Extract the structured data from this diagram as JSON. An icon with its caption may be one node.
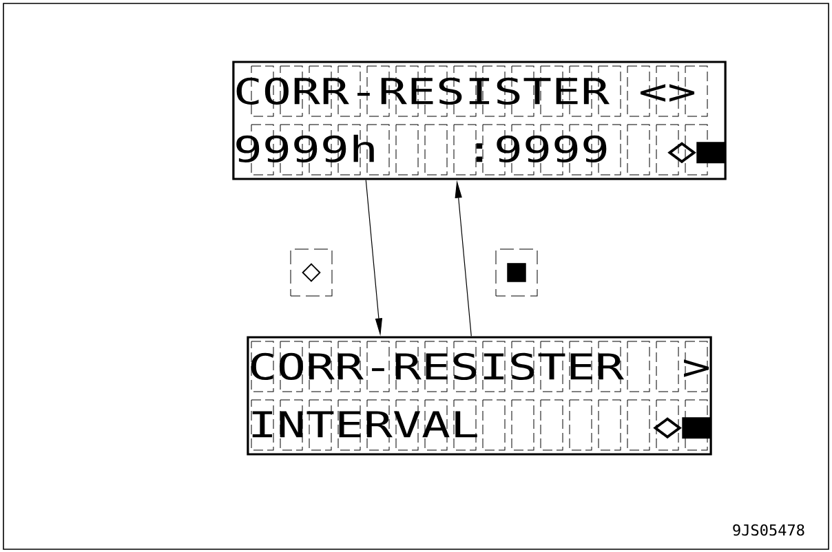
{
  "diagram": {
    "nodes": [
      {
        "text": [
          "CORR-RESISTER <>",
          "9999h   :9999  ◇■"
        ]
      },
      {
        "text": [
          "CORR-RESISTER  >",
          "INTERVAL      ◇■"
        ]
      }
    ],
    "edges": [
      {
        "from": 0,
        "to": 1,
        "arrow": "to",
        "label": "◇"
      },
      {
        "from": 1,
        "to": 0,
        "arrow": "to",
        "label": "■"
      }
    ],
    "labels": [
      "9JS05478"
    ]
  }
}
